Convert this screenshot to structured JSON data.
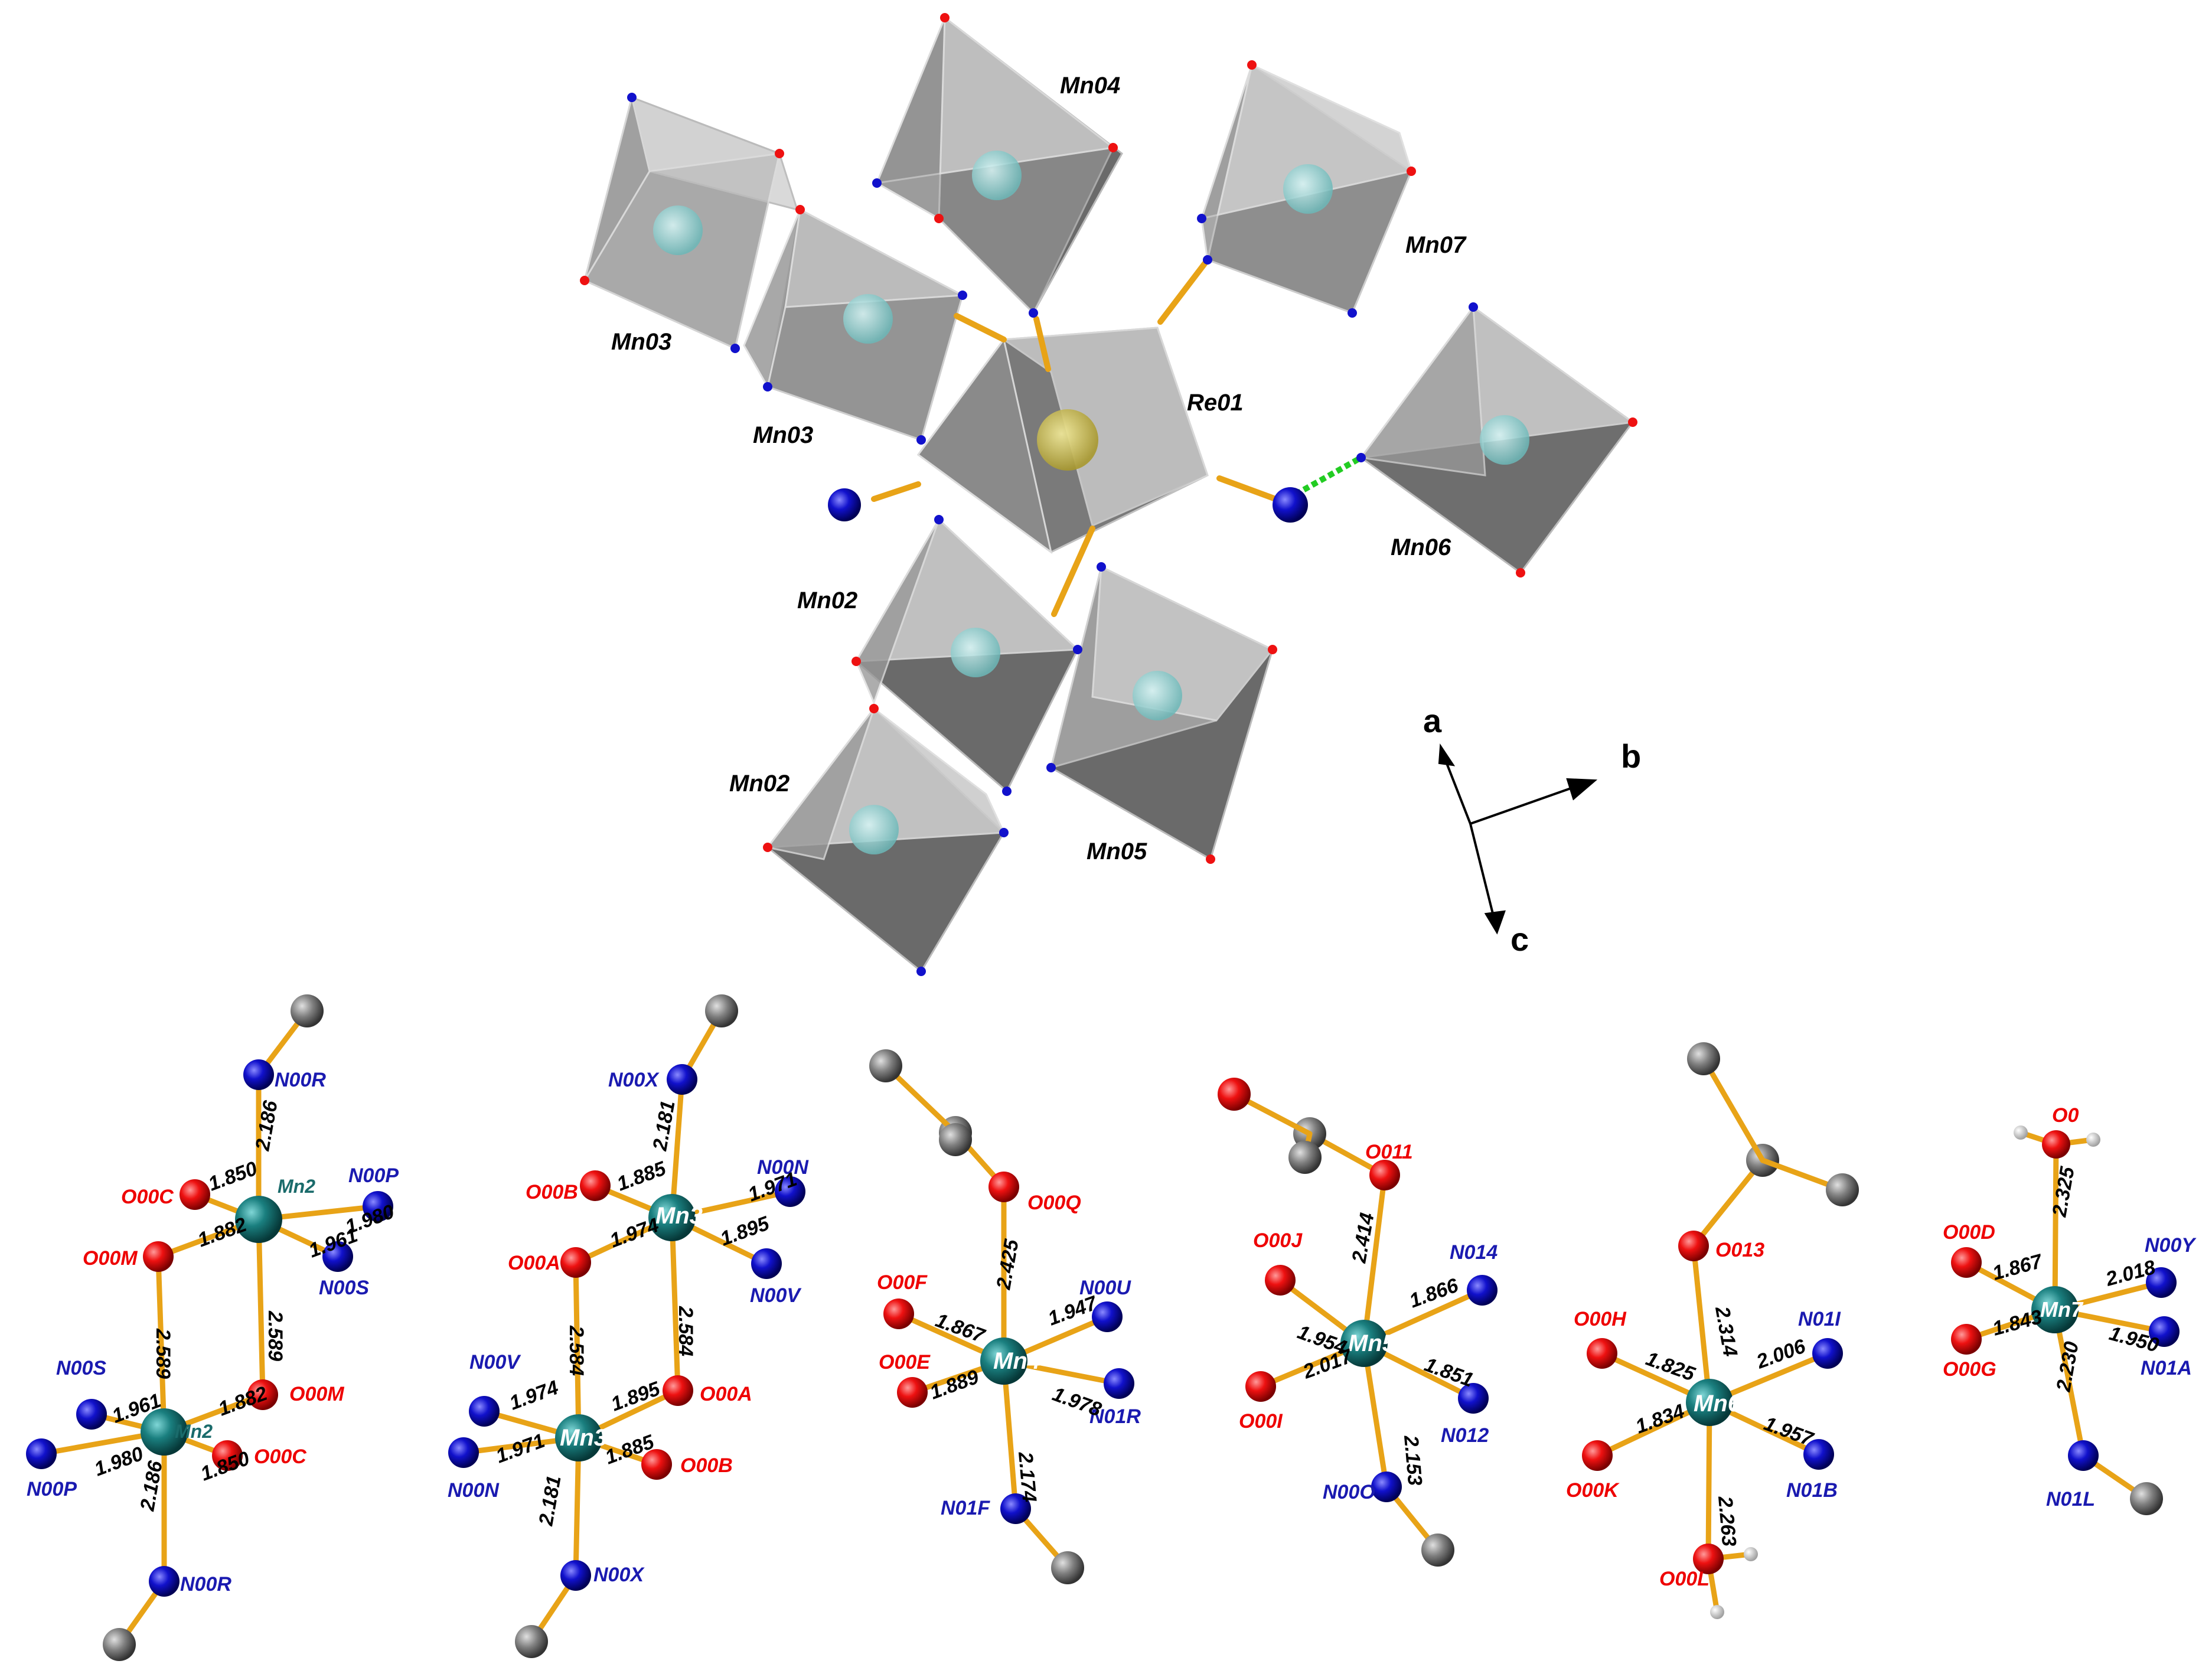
{
  "colors": {
    "bond": "#e8a317",
    "oxygen": "#ee1111",
    "nitrogen": "#1111cc",
    "carbon": "#777777",
    "manganese": "#1a7f7f",
    "rhenium": "#c8b84a",
    "polyhedron": "#9a9a9a",
    "hbond": "#22cc22"
  },
  "top_figure": {
    "polyhedra_labels": [
      "Mn04",
      "Mn07",
      "Mn03",
      "Mn03",
      "Re01",
      "Mn06",
      "Mn02",
      "Mn02",
      "Mn05"
    ],
    "axes": {
      "a": "a",
      "b": "b",
      "c": "c"
    }
  },
  "units": [
    {
      "center": [
        "Mn2",
        "Mn2"
      ],
      "atoms": [
        "N00R",
        "N00P",
        "N00S",
        "O00C",
        "O00M",
        "N00S",
        "N00P",
        "O00M",
        "O00C",
        "N00R"
      ],
      "bonds": [
        "2.186",
        "1.850",
        "1.980",
        "1.961",
        "1.882",
        "2.589",
        "2.589",
        "1.961",
        "1.882",
        "1.980",
        "1.850",
        "2.186"
      ]
    },
    {
      "center": [
        "Mn3",
        "Mn3"
      ],
      "atoms": [
        "N00X",
        "O00B",
        "N00N",
        "O00A",
        "N00V",
        "N00V",
        "O00A",
        "N00N",
        "O00B",
        "N00X"
      ],
      "bonds": [
        "2.181",
        "1.885",
        "1.971",
        "1.895",
        "1.974",
        "2.584",
        "2.584",
        "1.974",
        "1.895",
        "1.971",
        "1.885",
        "2.181"
      ]
    },
    {
      "center": [
        "Mn4"
      ],
      "atoms": [
        "O00Q",
        "O00F",
        "N00U",
        "O00E",
        "N01R",
        "N01F"
      ],
      "bonds": [
        "2.425",
        "1.867",
        "1.947",
        "1.889",
        "1.978",
        "2.174"
      ]
    },
    {
      "center": [
        "Mn5"
      ],
      "atoms": [
        "O011",
        "O00J",
        "N014",
        "O00I",
        "N012",
        "N00O"
      ],
      "bonds": [
        "2.414",
        "1.954",
        "1.866",
        "2.017",
        "1.851",
        "2.153"
      ]
    },
    {
      "center": [
        "Mn6"
      ],
      "atoms": [
        "O013",
        "O00H",
        "N01I",
        "O00K",
        "N01B",
        "O00L"
      ],
      "bonds": [
        "2.314",
        "1.825",
        "2.006",
        "1.834",
        "1.957",
        "2.263"
      ]
    },
    {
      "center": [
        "Mn7"
      ],
      "atoms": [
        "O0",
        "O00D",
        "N00Y",
        "O00G",
        "N01A",
        "N01L"
      ],
      "bonds": [
        "2.325",
        "1.867",
        "2.018",
        "1.843",
        "1.950",
        "2.230"
      ]
    }
  ]
}
